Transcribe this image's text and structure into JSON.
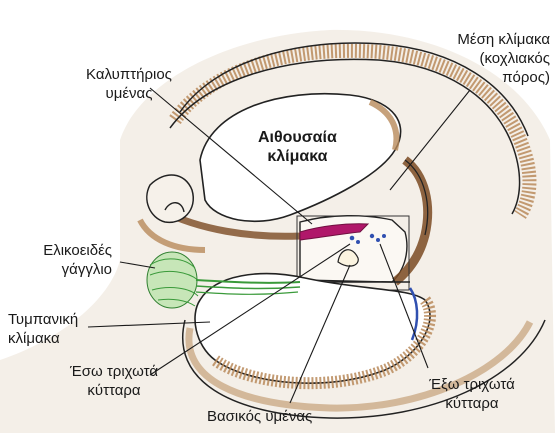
{
  "labels": {
    "scala_vestibuli": [
      "Αιθουσαία",
      "κλίμακα"
    ],
    "tectorial_membrane": [
      "Καλυπτήριος",
      "υμένας"
    ],
    "scala_media": [
      "Μέση κλίμακα",
      "(κοχλιακός",
      "πόρος)"
    ],
    "spiral_ganglion": [
      "Ελικοειδές",
      "γάγγλιο"
    ],
    "scala_tympani": [
      "Τυμπανική",
      "κλίμακα"
    ],
    "inner_hair_cells": [
      "Έσω τριχωτά",
      "κύτταρα"
    ],
    "outer_hair_cells": [
      "Έξω τριχωτά",
      "κύτταρα"
    ],
    "basilar_membrane": "Βασικός υμένας"
  },
  "colors": {
    "bone": "#b88a5a",
    "bone_dark": "#7a4a22",
    "outline": "#222222",
    "nerve": "#3a9a3a",
    "tectorial": "#b0186a",
    "cells": "#3050b0",
    "fill_light": "#f2ece4"
  }
}
